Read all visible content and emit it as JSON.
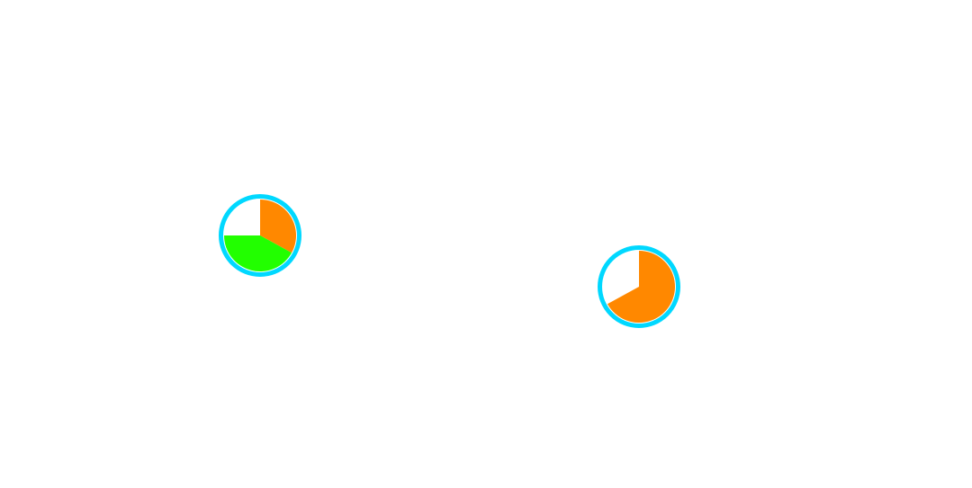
{
  "colors": {
    "background": "#ffffff",
    "ring": "#00d8ff",
    "center": "#ffffff"
  },
  "gauges": [
    {
      "name": "left-pie-gauge",
      "segments": [
        {
          "color": "#ff8800",
          "fraction": 0.33
        },
        {
          "color": "#22ff00",
          "fraction": 0.42
        }
      ]
    },
    {
      "name": "right-pie-gauge",
      "segments": [
        {
          "color": "#ff8800",
          "fraction": 0.67
        }
      ]
    }
  ]
}
